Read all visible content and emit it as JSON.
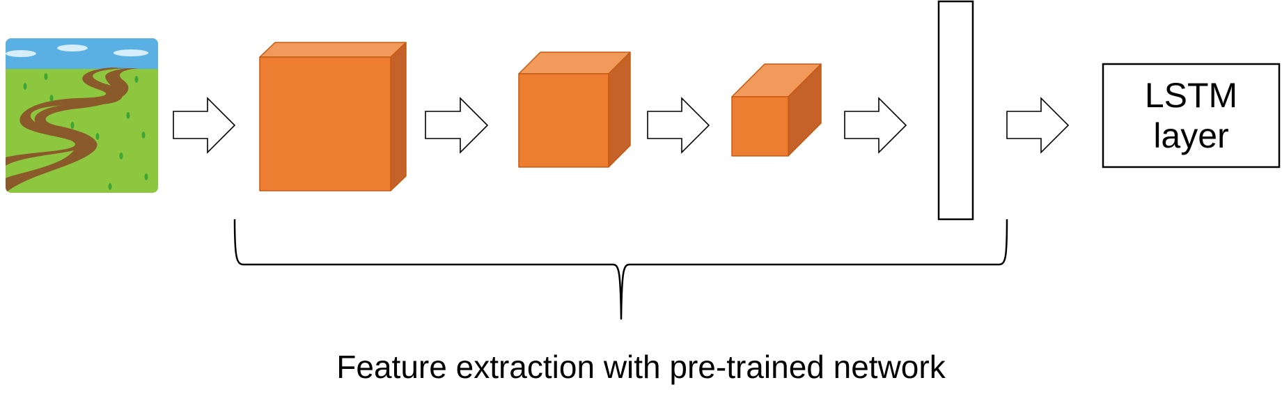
{
  "diagram": {
    "input_image_icon": "landscape-road-icon",
    "stages": [
      "input-image",
      "feature-map-1",
      "feature-map-2",
      "feature-map-3",
      "feature-vector",
      "lstm-layer"
    ],
    "lstm_box": {
      "line1": "LSTM",
      "line2": "layer"
    },
    "brace_caption": "Feature extraction with pre-trained network",
    "colors": {
      "cube_front": "#ED7D31",
      "cube_top": "#F19A5B",
      "cube_side": "#C5622A",
      "cube_edge": "#C55A11",
      "sky": "#5AAFE3",
      "grass": "#8DC63F",
      "road": "#8B5A2B"
    }
  }
}
